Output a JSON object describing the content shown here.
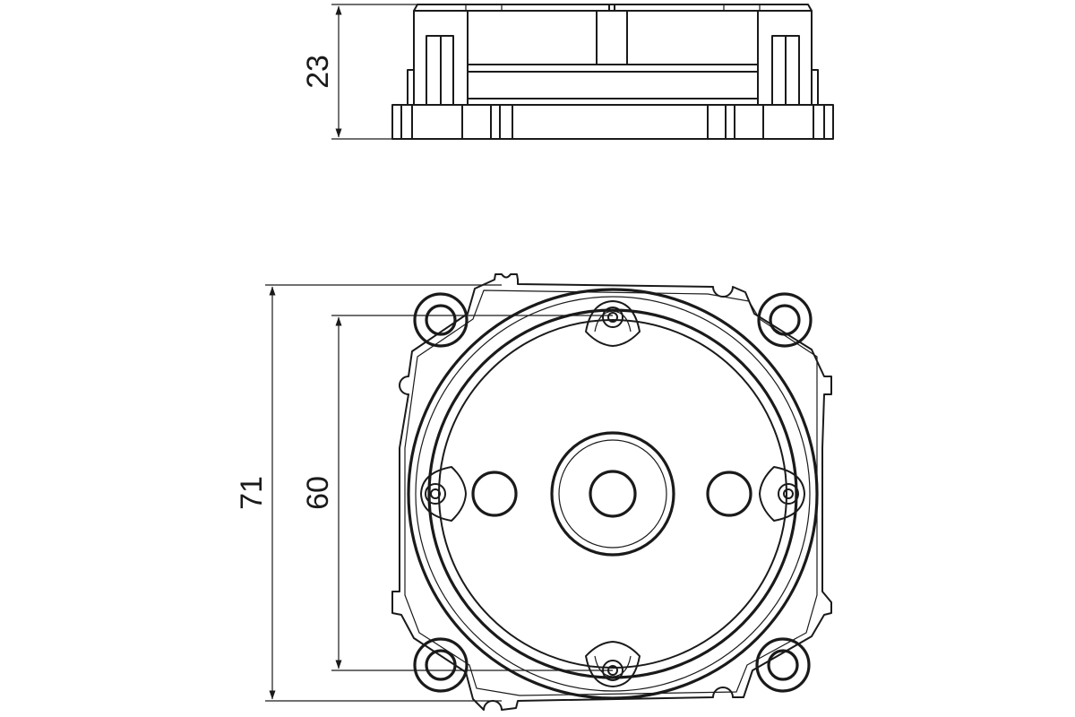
{
  "dimensions": {
    "height_label": "23",
    "outer_width_label": "71",
    "inner_width_label": "60"
  },
  "colors": {
    "line": "#1a1a1a",
    "background": "#ffffff"
  }
}
